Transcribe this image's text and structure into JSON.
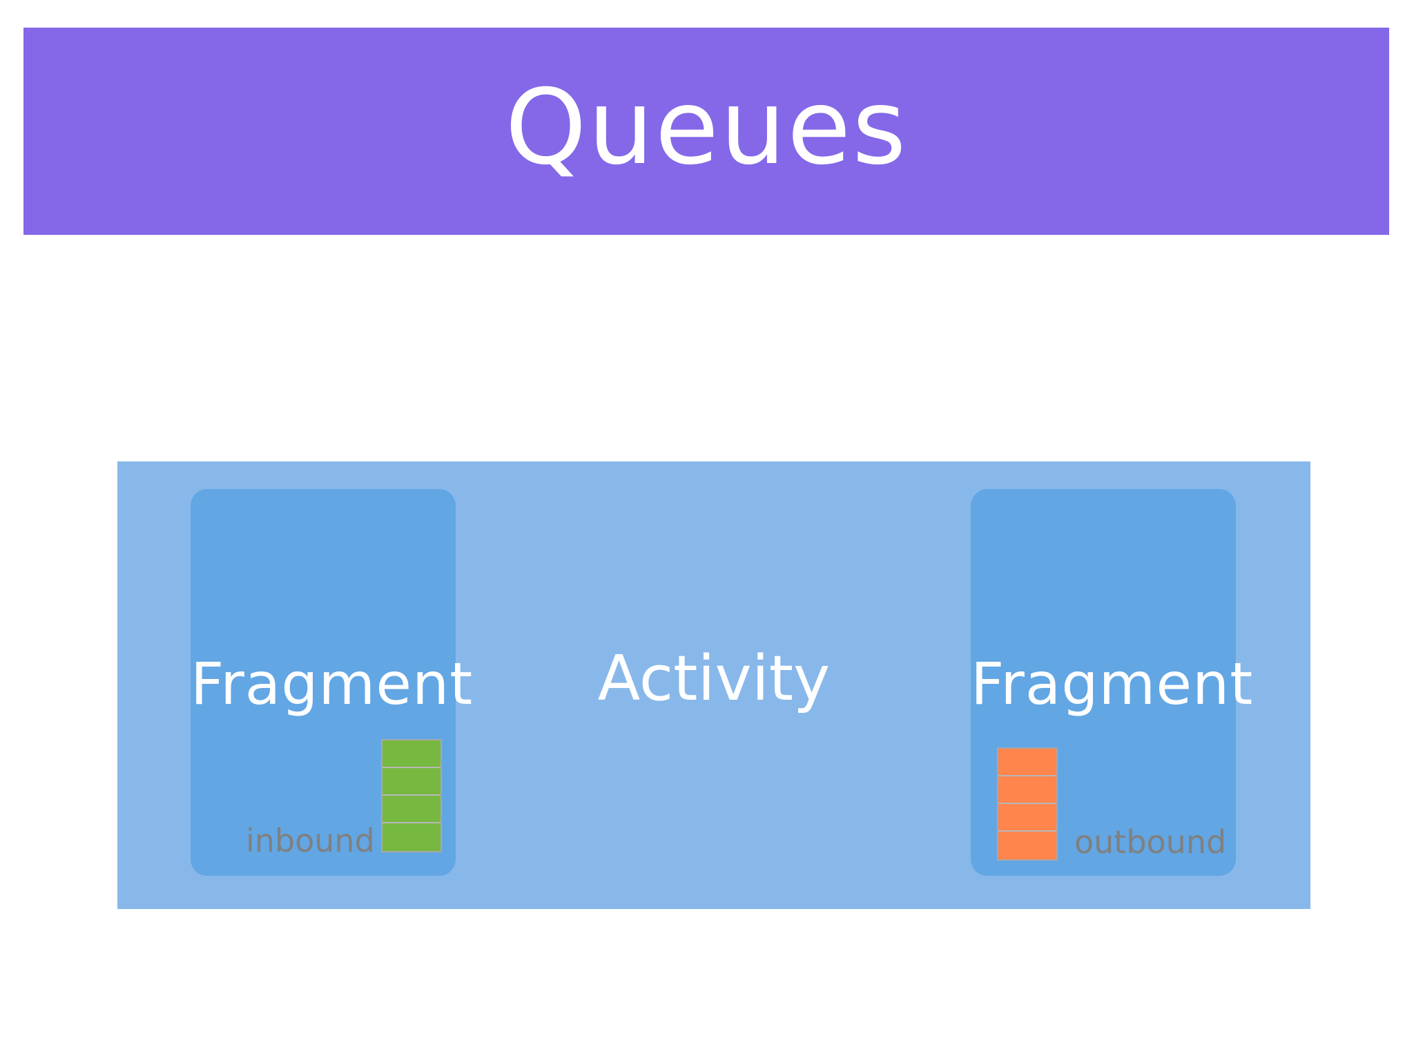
{
  "slide": {
    "title": "Queues"
  },
  "colors": {
    "title_bar": "#8468e8",
    "activity": "#88b8ea",
    "fragment": "#62a6e4",
    "inbound_queue": "#76b840",
    "outbound_queue": "#ff854c",
    "queue_label": "#808080"
  },
  "diagram": {
    "activity": {
      "label": "Activity"
    },
    "fragments": [
      {
        "label": "Fragment",
        "queue": {
          "label": "inbound",
          "items": 4
        }
      },
      {
        "label": "Fragment",
        "queue": {
          "label": "outbound",
          "items": 4
        }
      }
    ]
  }
}
